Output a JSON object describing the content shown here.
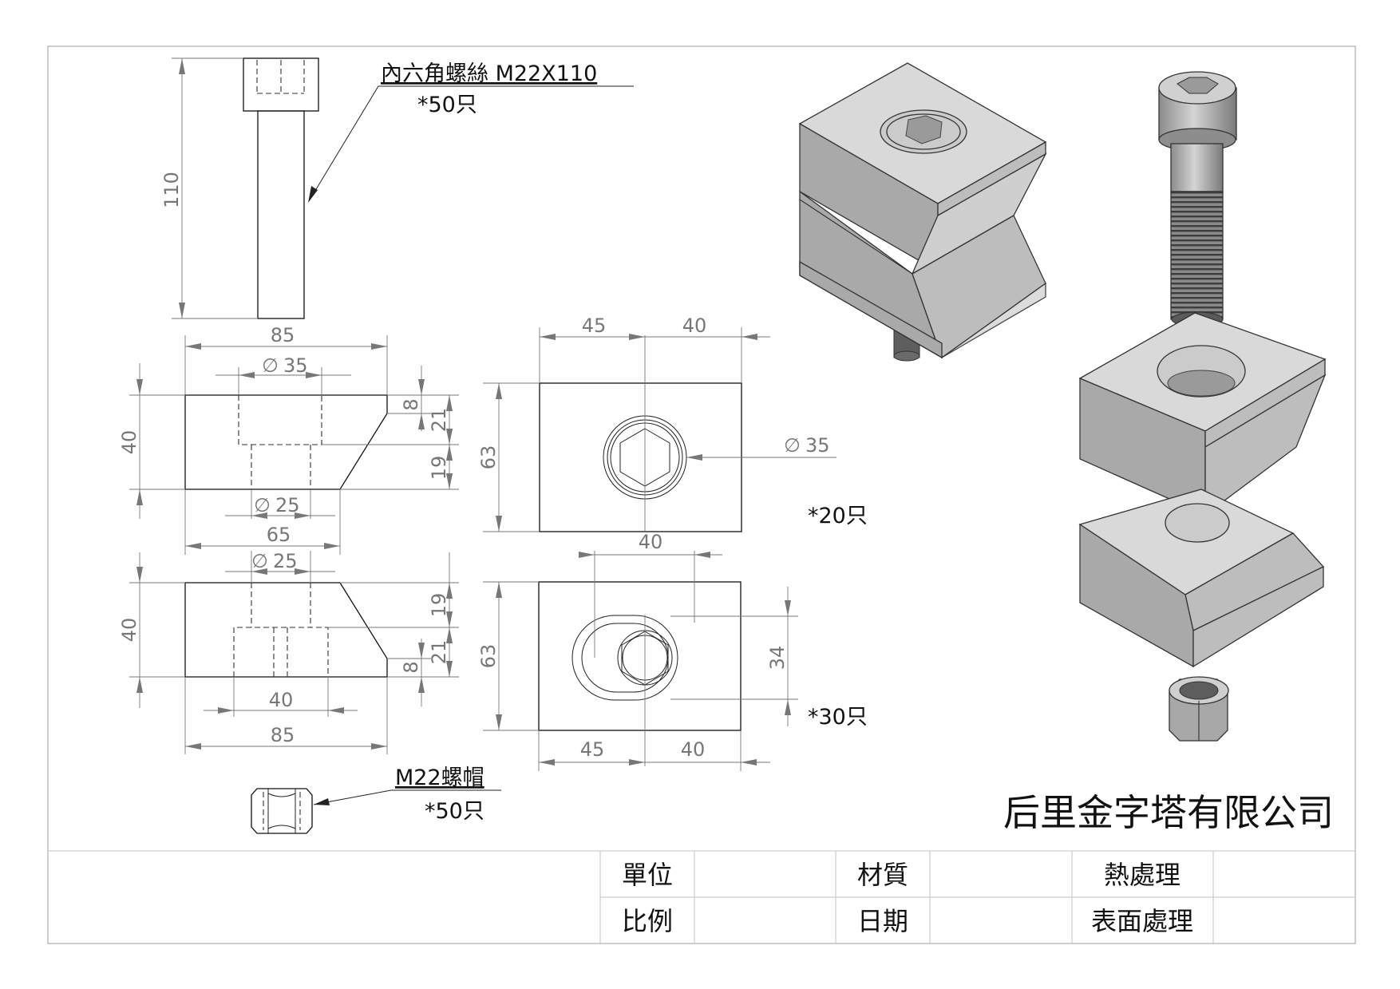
{
  "company": "后里金字塔有限公司",
  "notes": {
    "bolt_label": "內六角螺絲 M22X110",
    "bolt_qty": "*50只",
    "nut_label": "M22螺帽",
    "nut_qty": "*50只",
    "block_a_qty": "*20只",
    "block_b_qty": "*30只"
  },
  "dimensions": {
    "bolt_length": "110",
    "a_top_width": "85",
    "a_counterbore": "35",
    "a_height": "40",
    "a_depth_8": "8",
    "a_depth_21": "21",
    "a_depth_19": "19",
    "a_hole": "25",
    "a_bottom_width": "65",
    "a_plan_45": "45",
    "a_plan_40": "40",
    "a_plan_63": "63",
    "a_plan_d35": "35",
    "b_hole": "25",
    "b_height": "40",
    "b_19": "19",
    "b_21": "21",
    "b_8": "8",
    "b_slot_40": "40",
    "b_width_85": "85",
    "b_plan_top_40": "40",
    "b_plan_63": "63",
    "b_plan_34": "34",
    "b_plan_45": "45",
    "b_plan_40": "40",
    "diameter_symbol": "∅"
  },
  "title_block": {
    "unit_label": "單位",
    "material_label": "材質",
    "heat_label": "熱處理",
    "scale_label": "比例",
    "date_label": "日期",
    "surface_label": "表面處理",
    "unit_value": "",
    "material_value": "",
    "heat_value": "",
    "scale_value": "",
    "date_value": "",
    "surface_value": ""
  },
  "colors": {
    "border": "#b4b4b4",
    "line": "#111111",
    "dimension": "#777777"
  }
}
